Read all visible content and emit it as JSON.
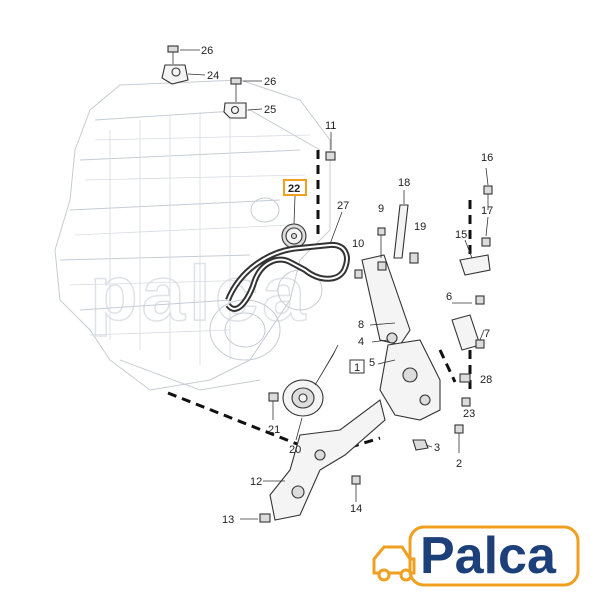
{
  "callouts": {
    "c26a": "26",
    "c24": "24",
    "c26b": "26",
    "c25": "25",
    "c11": "11",
    "c22": "22",
    "c27": "27",
    "c18": "18",
    "c9": "9",
    "c10": "10",
    "c19": "19",
    "c16": "16",
    "c17": "17",
    "c15": "15",
    "c6": "6",
    "c8": "8",
    "c4": "4",
    "c7": "7",
    "c1": "1",
    "c5": "5",
    "c28": "28",
    "c23": "23",
    "c21": "21",
    "c20": "20",
    "c3": "3",
    "c2": "2",
    "c12": "12",
    "c14": "14",
    "c13": "13"
  },
  "highlighted_callout": "22",
  "logo": {
    "text": "Palca",
    "color": "#1d3f7a",
    "accent": "#f0a020"
  },
  "watermark": "palca",
  "colors": {
    "highlight": "#f0a020",
    "line": "#333333",
    "ghost": "#c6ccd4"
  }
}
